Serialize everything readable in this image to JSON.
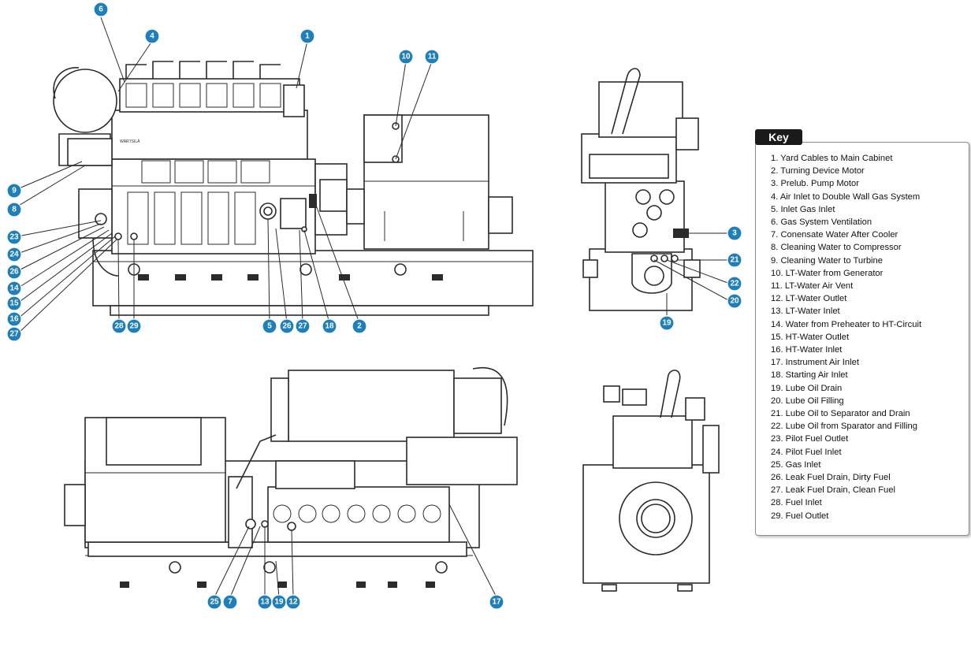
{
  "key": {
    "title": "Key",
    "items": [
      "1. Yard Cables to Main Cabinet",
      "2. Turning Device Motor",
      "3. Prelub. Pump Motor",
      "4. Air Inlet to Double Wall Gas System",
      "5. Inlet Gas Inlet",
      "6. Gas System Ventilation",
      "7. Conensate Water After Cooler",
      "8. Cleaning Water to Compressor",
      "9. Cleaning Water to Turbine",
      "10. LT-Water from Generator",
      "11. LT-Water Air Vent",
      "12. LT-Water Outlet",
      "13. LT-Water Inlet",
      "14. Water from Preheater to HT-Circuit",
      "15. HT-Water Outlet",
      "16. HT-Water Inlet",
      "17. Instrument Air Inlet",
      "18. Starting Air Inlet",
      "19. Lube Oil Drain",
      "20. Lube Oil Filling",
      "21. Lube Oil to Separator and Drain",
      "22. Lube Oil from Sparator and Filling",
      "23. Pilot Fuel Outlet",
      "24. Pilot Fuel Inlet",
      "25. Gas Inlet",
      "26. Leak Fuel Drain, Dirty Fuel",
      "27. Leak Fuel Drain, Clean Fuel",
      "28. Fuel Inlet",
      "29. Fuel Outlet"
    ]
  },
  "engine_badge": "WÄRTSILÄ",
  "callouts": {
    "top_side": [
      "6",
      "4",
      "1",
      "10",
      "11",
      "9",
      "8",
      "23",
      "24",
      "26",
      "14",
      "15",
      "16",
      "27",
      "28",
      "29",
      "5",
      "26",
      "27",
      "18",
      "2"
    ],
    "front_end": [
      "3",
      "21",
      "22",
      "20",
      "19"
    ],
    "bottom_side": [
      "25",
      "7",
      "13",
      "19",
      "12",
      "17"
    ]
  }
}
